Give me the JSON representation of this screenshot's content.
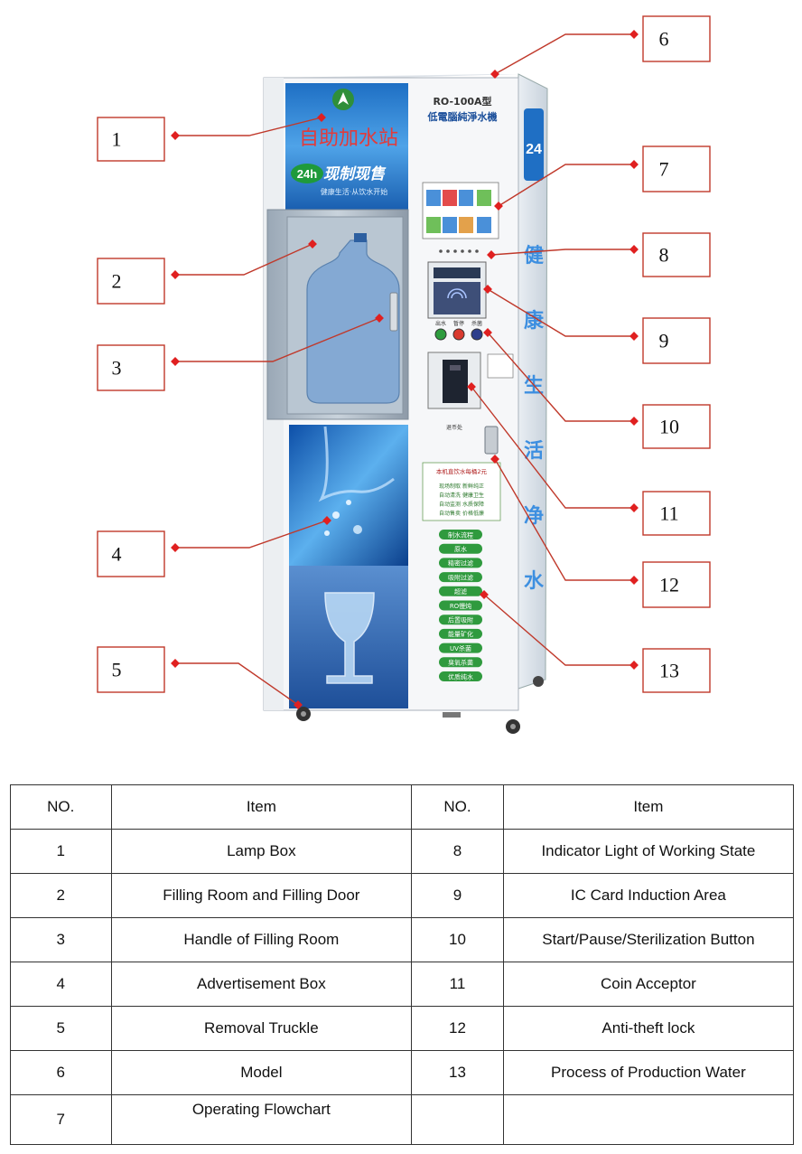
{
  "callouts": [
    "1",
    "2",
    "3",
    "4",
    "5",
    "6",
    "7",
    "8",
    "9",
    "10",
    "11",
    "12",
    "13"
  ],
  "machine": {
    "model_text": "RO-100A型",
    "model_subtitle": "低電腦純淨水機",
    "banner_cn": "自助加水站",
    "banner_24": "24h",
    "banner_sub": "现制现售",
    "banner_small": "健康生活·从饮水开始",
    "side_badge": "24",
    "side_text": [
      "健",
      "康",
      "生",
      "活",
      "净",
      "水"
    ],
    "flow_title": "制水流程",
    "flow_steps": [
      "原水",
      "精密过滤",
      "吸附过滤",
      "超滤",
      "RO慢炖",
      "后置吸附",
      "能量矿化",
      "UV杀菌",
      "臭氧杀菌",
      "优质纯水"
    ],
    "info_title": "本机直饮水每桶2元",
    "info_lines": [
      "现场制取 新鲜纯正",
      "自动清洗 健康卫生",
      "自动监测 水质保障",
      "自动售卖 价格低廉"
    ],
    "buttons": [
      "出水",
      "暂停",
      "杀菌"
    ],
    "coin_label": "退币处"
  },
  "table": {
    "headers": [
      "NO.",
      "Item",
      "NO.",
      "Item"
    ],
    "rows": [
      {
        "no1": "1",
        "item1": "Lamp Box",
        "no2": "8",
        "item2": "Indicator Light of Working State"
      },
      {
        "no1": "2",
        "item1": "Filling Room and Filling Door",
        "no2": "9",
        "item2": "IC Card Induction Area"
      },
      {
        "no1": "3",
        "item1": "Handle of Filling Room",
        "no2": "10",
        "item2": "Start/Pause/Sterilization Button"
      },
      {
        "no1": "4",
        "item1": "Advertisement Box",
        "no2": "11",
        "item2": "Coin Acceptor"
      },
      {
        "no1": "5",
        "item1": "Removal Truckle",
        "no2": "12",
        "item2": "Anti-theft lock"
      },
      {
        "no1": "6",
        "item1": "Model",
        "no2": "13",
        "item2": "Process of Production Water"
      },
      {
        "no1": "7",
        "item1": "Operating Flowchart",
        "no2": "",
        "item2": ""
      }
    ]
  }
}
